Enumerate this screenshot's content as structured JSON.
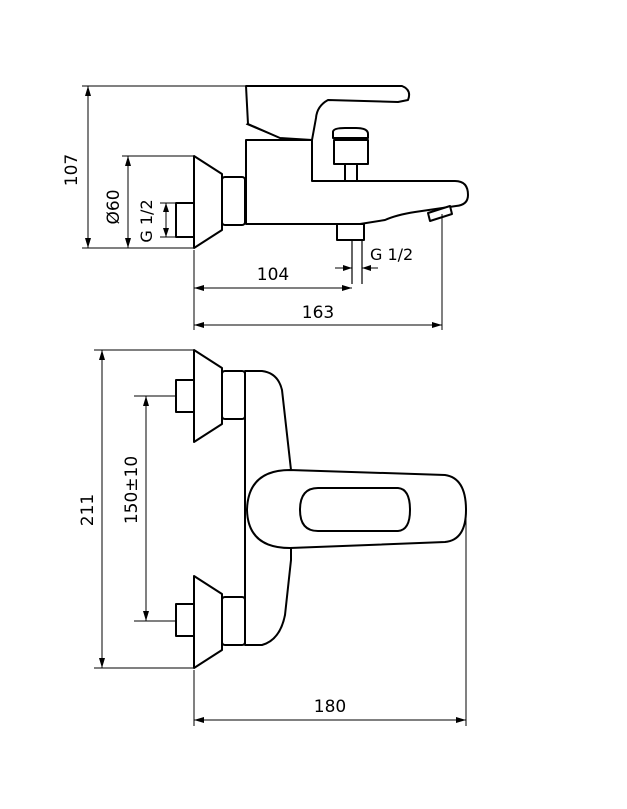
{
  "drawing": {
    "colors": {
      "line": "#000000",
      "background": "#ffffff"
    },
    "top_view": {
      "height_dim": "107",
      "diameter_dim": "Ø60",
      "inlet_thread": "G 1/2",
      "outlet_thread": "G 1/2",
      "depth_to_outlet": "104",
      "total_depth": "163"
    },
    "front_view": {
      "height_dim": "211",
      "center_distance": "150±10",
      "width_dim": "180"
    }
  }
}
